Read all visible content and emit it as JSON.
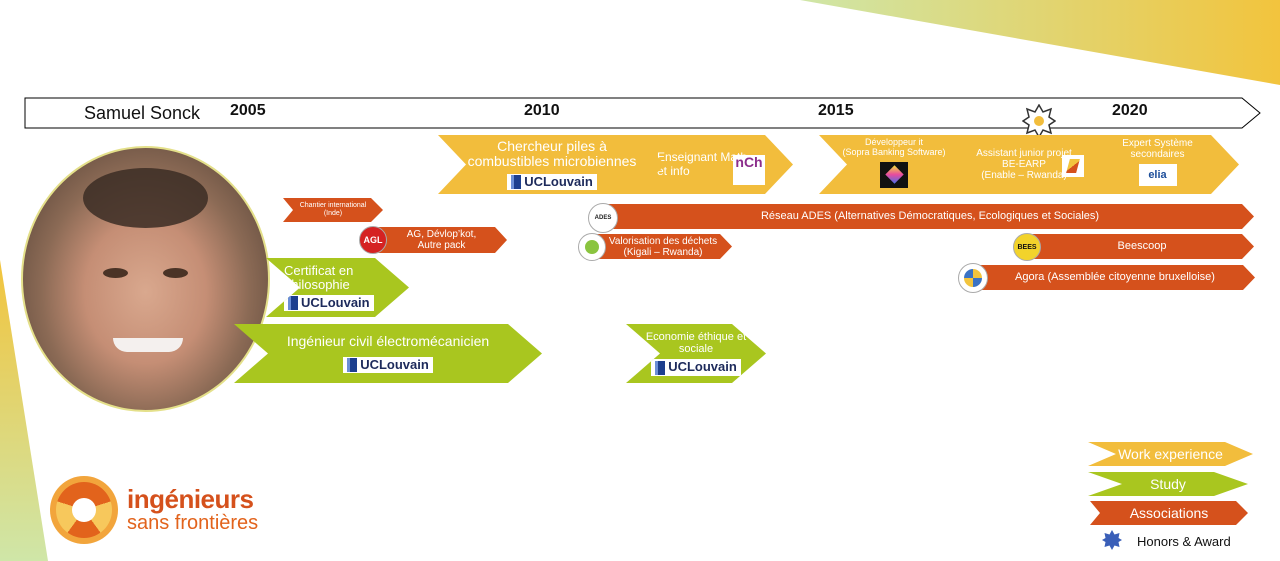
{
  "person": {
    "name": "Samuel Sonck"
  },
  "timeline": {
    "years": [
      "2005",
      "2010",
      "2015",
      "2020"
    ]
  },
  "work": [
    {
      "line1": "Chercheur piles à",
      "line2": "combustibles microbiennes",
      "org": "UCLouvain"
    },
    {
      "line1": "Enseignant Math",
      "line2": "et info"
    },
    {
      "line1": "Développeur it",
      "line2": "(Sopra Banking Software)"
    },
    {
      "line1": "Assistant junior projet",
      "line2": "BE-EARP",
      "line3": "(Enable – Rwanda)"
    },
    {
      "line1": "Expert Système",
      "line2": "secondaires",
      "logo": "elia"
    }
  ],
  "study": [
    {
      "line1": "Certificat en",
      "line2": "philosophie",
      "org": "UCLouvain"
    },
    {
      "line1": "Ingénieur civil électromécanicien",
      "org": "UCLouvain"
    },
    {
      "line1": "Economie éthique et",
      "line2": "sociale",
      "org": "UCLouvain"
    }
  ],
  "associations": [
    {
      "line1": "Chantier international",
      "line2": "(Inde)"
    },
    {
      "line1": "AG, Dévlop’kot,",
      "line2": "Autre pack",
      "badge": "AGL"
    },
    {
      "line1": "Réseau ADES (Alternatives Démocratiques, Ecologiques et Sociales)",
      "badge": "ADES"
    },
    {
      "line1": "Valorisation des déchets",
      "line2": "(Kigali – Rwanda)"
    },
    {
      "line1": "Beescoop",
      "badge": "BEES"
    },
    {
      "line1": "Agora (Assemblée citoyenne bruxelloise)"
    }
  ],
  "legend": {
    "work": "Work experience",
    "study": "Study",
    "associations": "Associations",
    "honors": "Honors & Award"
  },
  "logo": {
    "line1": "ingénieurs",
    "line2": "sans frontières"
  },
  "colors": {
    "work": "#f2bd3c",
    "study": "#a9c61f",
    "associations": "#d5511c",
    "honors": "#3a5fb8"
  }
}
